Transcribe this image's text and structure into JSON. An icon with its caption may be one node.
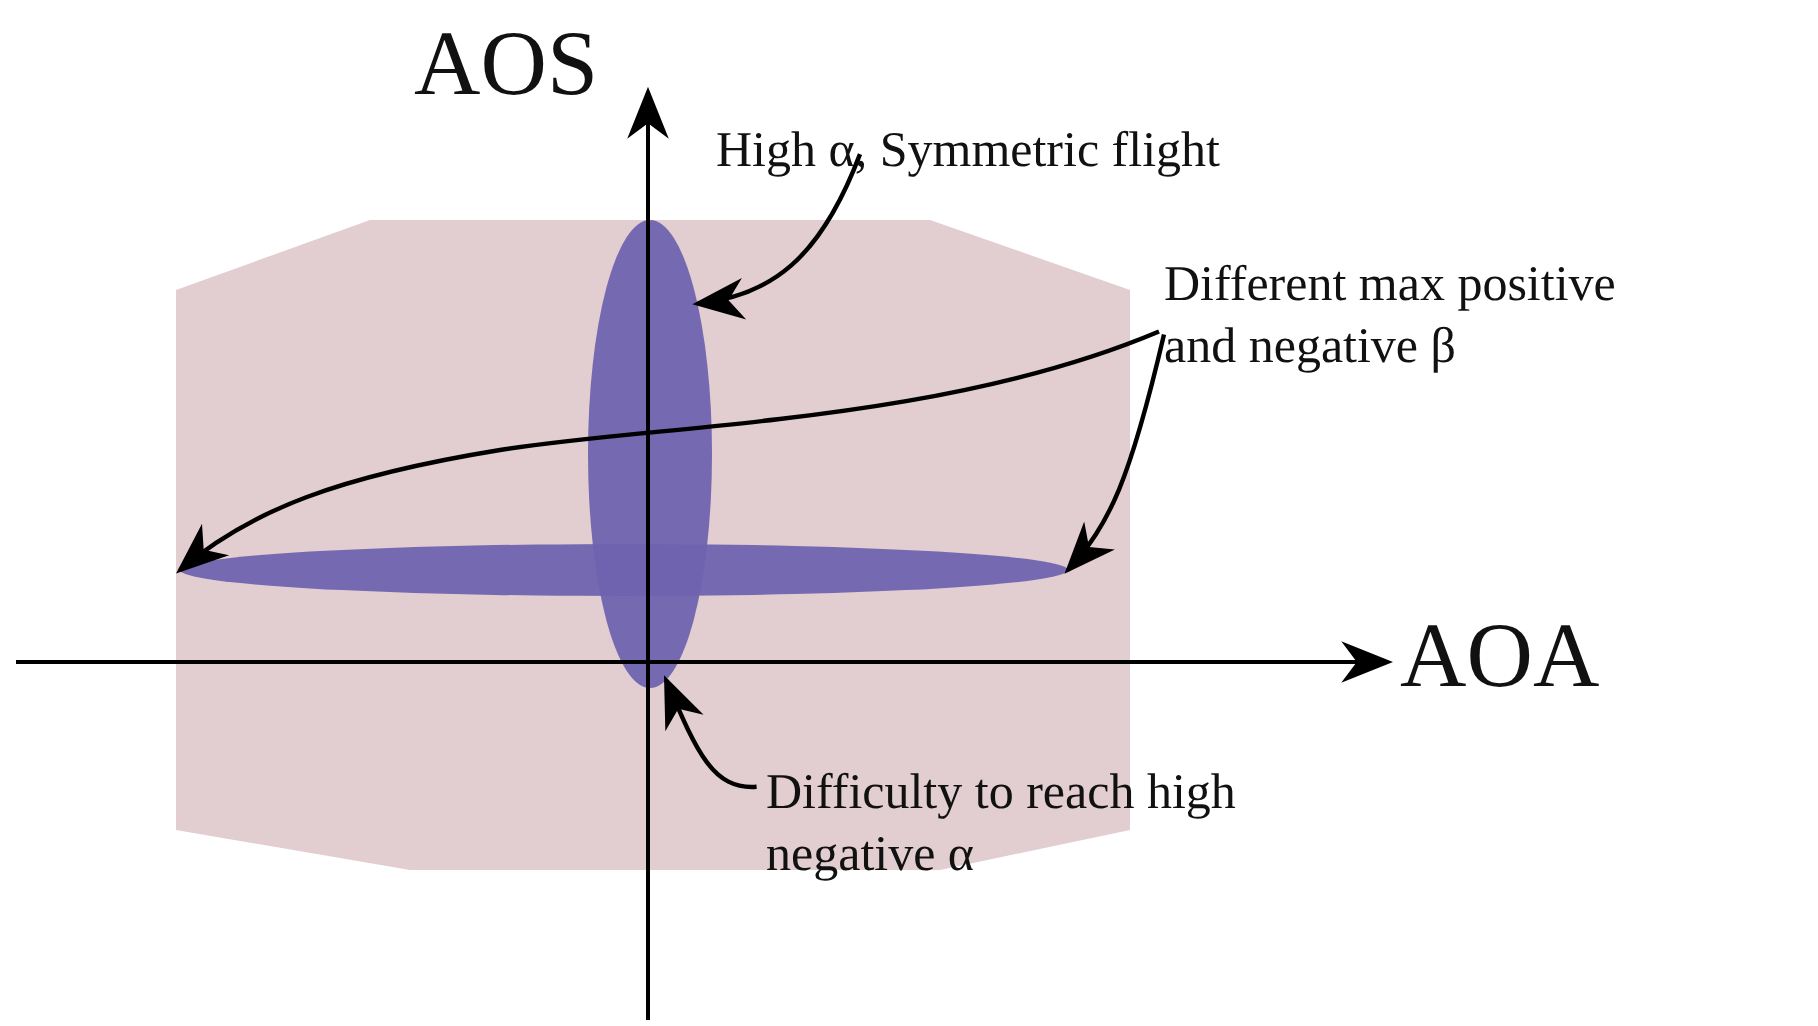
{
  "diagram": {
    "nodes": [
      {
        "text": [
          "High α, Symmetric flight"
        ]
      },
      {
        "text": [
          "Different max positive and negative β"
        ]
      },
      {
        "text": [],
        "shape": "ellipse"
      },
      {
        "text": [],
        "shape": "ellipse"
      },
      {
        "text": [
          "Difficulty to reach high negative α"
        ]
      }
    ],
    "edges": [
      {
        "from": 0,
        "to": 3,
        "arrow": "to"
      },
      {
        "from": 1,
        "to": 2,
        "arrow": "to"
      },
      {
        "from": 1,
        "to": 2,
        "arrow": "to"
      },
      {
        "from": 4,
        "to": 3,
        "arrow": "to"
      }
    ],
    "labels": [
      "AOS",
      "AOA"
    ]
  }
}
